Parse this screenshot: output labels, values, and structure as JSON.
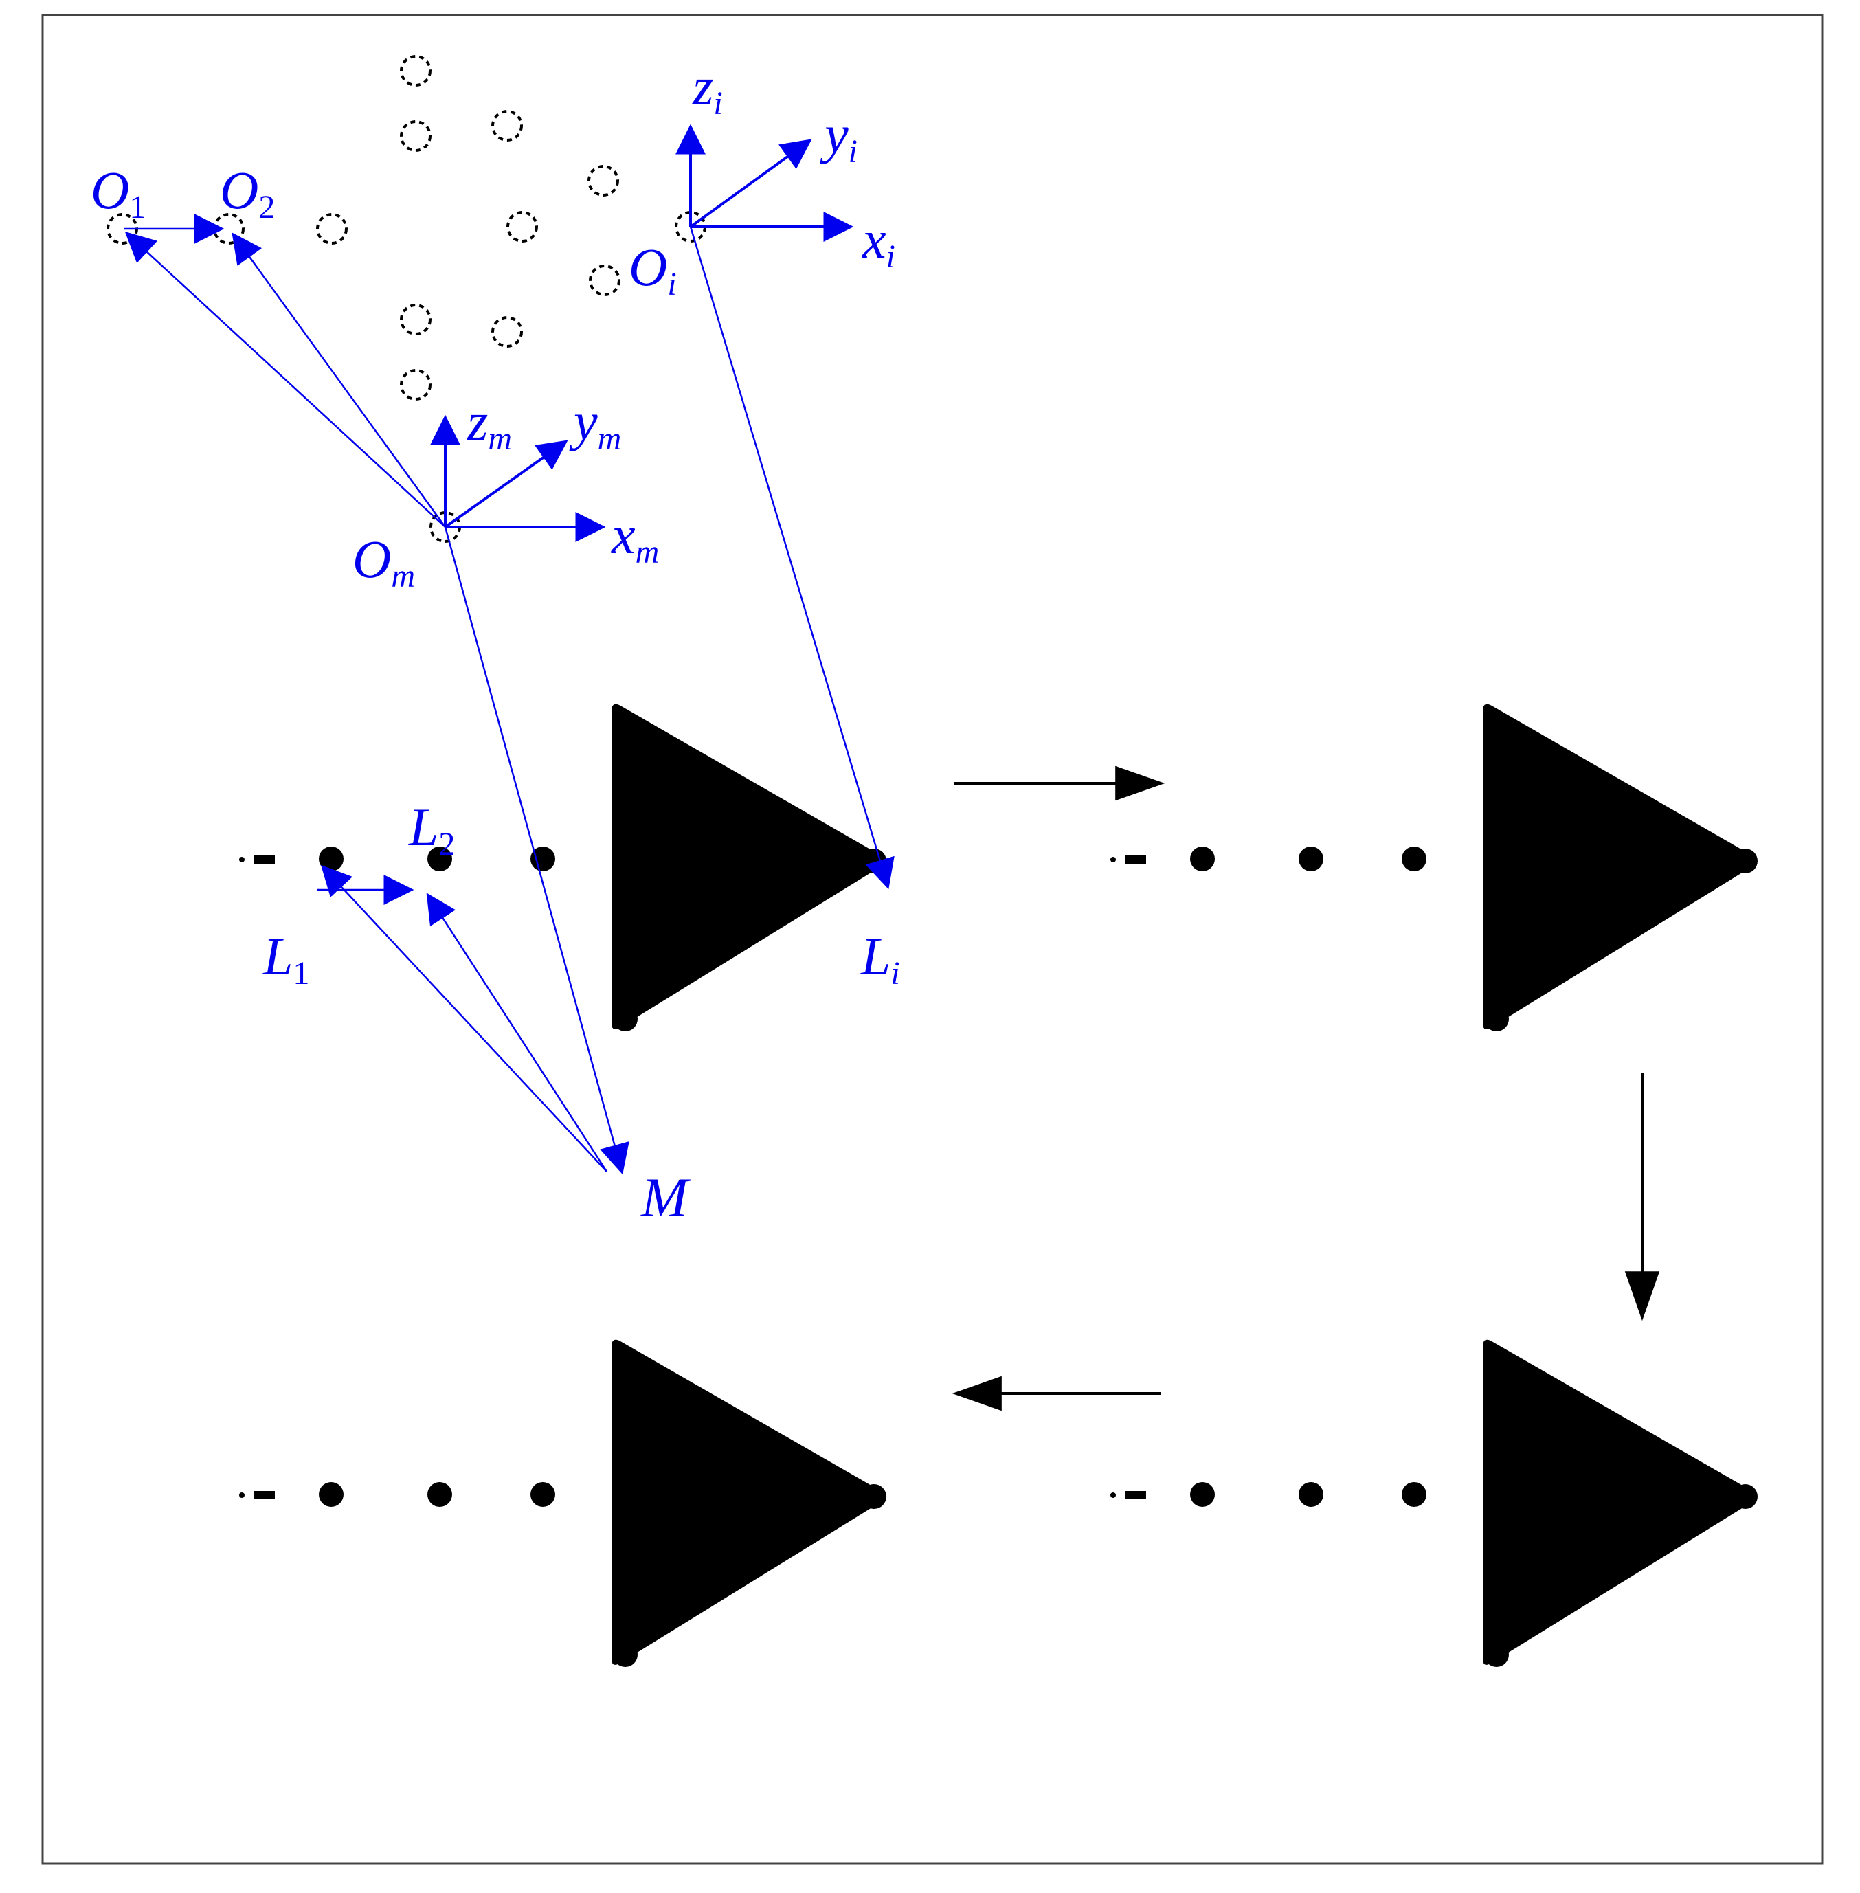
{
  "colors": {
    "vector": "#0000ee",
    "ink": "#000000",
    "tool": "#b01010",
    "frame_border": "#444444"
  },
  "labels": {
    "O1": {
      "main": "O",
      "sub": "1"
    },
    "O2": {
      "main": "O",
      "sub": "2"
    },
    "Oi": {
      "main": "O",
      "sub": "i"
    },
    "Om": {
      "main": "O",
      "sub": "m"
    },
    "xi": {
      "main": "x",
      "sub": "i"
    },
    "yi": {
      "main": "y",
      "sub": "i"
    },
    "zi": {
      "main": "z",
      "sub": "i"
    },
    "xm": {
      "main": "x",
      "sub": "m"
    },
    "ym": {
      "main": "y",
      "sub": "m"
    },
    "zm": {
      "main": "z",
      "sub": "m"
    },
    "L1": {
      "main": "L",
      "sub": "1"
    },
    "L2": {
      "main": "L",
      "sub": "2"
    },
    "Li": {
      "main": "L",
      "sub": "i"
    },
    "M": {
      "main": "M",
      "sub": ""
    }
  },
  "icons": {
    "sequence_arrows": [
      "arrow-right-icon",
      "arrow-down-icon",
      "arrow-left-icon"
    ],
    "target_markers": "dashed-circle-icon"
  }
}
